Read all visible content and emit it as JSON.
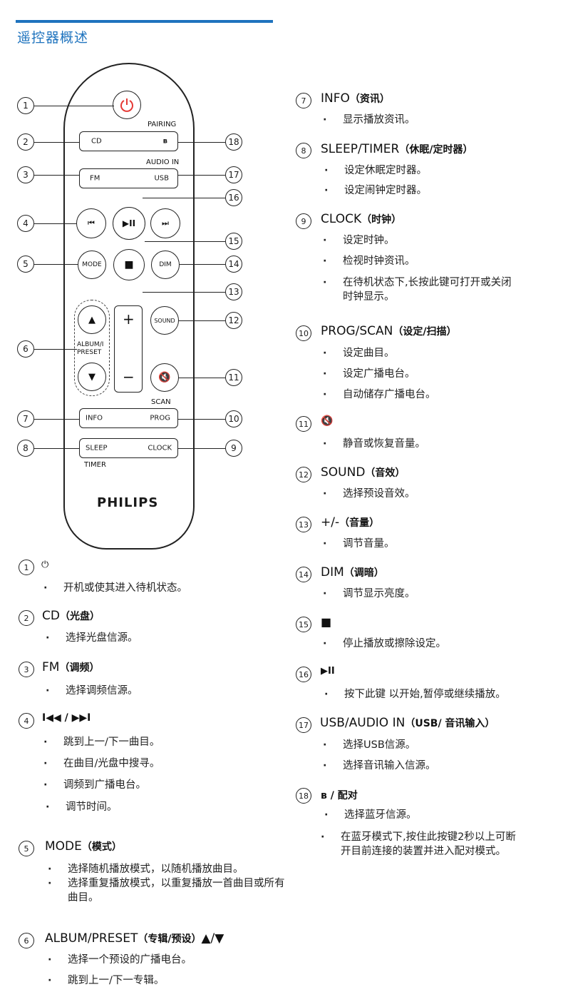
{
  "page": {
    "title": "遥控器概述"
  },
  "remote": {
    "pairing": "PAIRING",
    "cd": "CD",
    "audio_in": "AUDIO IN",
    "fm": "FM",
    "usb": "USB",
    "prev": "⏮",
    "playpause": "▶II",
    "next": "⏭",
    "mode": "MODE",
    "stop": "■",
    "dim": "DIM",
    "up": "▲",
    "album_preset": "ALBUM/\nPRESET",
    "down": "▼",
    "plus": "+",
    "minus": "−",
    "sound": "SOUND",
    "scan": "SCAN",
    "info": "INFO",
    "prog": "PROG",
    "sleep": "SLEEP",
    "clock": "CLOCK",
    "timer": "TIMER",
    "brand": "PHILIPS"
  },
  "callouts": [
    "1",
    "2",
    "3",
    "4",
    "5",
    "6",
    "7",
    "8",
    "9",
    "10",
    "11",
    "12",
    "13",
    "14",
    "15",
    "16",
    "17",
    "18"
  ],
  "left": [
    {
      "num": "1",
      "head": "⏻",
      "bullets": [
        "开机或使其进入待机状态。"
      ]
    },
    {
      "num": "2",
      "head": "CD",
      "sub": "（光盘）",
      "bullets": [
        "选择光盘信源。"
      ]
    },
    {
      "num": "3",
      "head": "FM",
      "sub": "（调频）",
      "bullets": [
        "选择调频信源。"
      ]
    },
    {
      "num": "4",
      "head": "I◀◀ / ▶▶I",
      "bullets": [
        "跳到上一/下一曲目。",
        "在曲目/光盘中搜寻。",
        "调频到广播电台。",
        "调节时间。"
      ]
    },
    {
      "num": "5",
      "head": "MODE",
      "sub": "（模式）",
      "bullets": [
        "选择随机播放模式，以随机播放曲目。",
        "选择重复播放模式，以重复播放一首曲目或所有曲目。"
      ]
    },
    {
      "num": "6",
      "head": "ALBUM/PRESET",
      "sub": "（专辑/预设）",
      "tail": "▲/▼",
      "bullets": [
        "选择一个预设的广播电台。",
        "跳到上一/下一专辑。"
      ]
    }
  ],
  "right": [
    {
      "num": "7",
      "head": "INFO",
      "sub": "（资讯）",
      "bullets": [
        "显示播放资讯。"
      ]
    },
    {
      "num": "8",
      "head": "SLEEP/TIMER",
      "sub": "（休眠/定时器）",
      "bullets": [
        "设定休眠定时器。",
        "设定闹钟定时器。"
      ]
    },
    {
      "num": "9",
      "head": "CLOCK",
      "sub": "（时钟）",
      "bullets": [
        "设定时钟。",
        "检视时钟资讯。",
        "在待机状态下,长按此键可打开或关闭时钟显示。"
      ]
    },
    {
      "num": "10",
      "head": "PROG/SCAN",
      "sub": "（设定/扫描）",
      "bullets": [
        "设定曲目。",
        "设定广播电台。",
        "自动储存广播电台。"
      ]
    },
    {
      "num": "11",
      "head": "🔇",
      "bullets": [
        "静音或恢复音量。"
      ]
    },
    {
      "num": "12",
      "head": "SOUND",
      "sub": "（音效）",
      "bullets": [
        "选择预设音效。"
      ]
    },
    {
      "num": "13",
      "head": "+/-",
      "sub": "（音量）",
      "bullets": [
        "调节音量。"
      ]
    },
    {
      "num": "14",
      "head": "DIM",
      "sub": "（调暗）",
      "bullets": [
        "调节显示亮度。"
      ]
    },
    {
      "num": "15",
      "head": "■",
      "bullets": [
        "停止播放或擦除设定。"
      ]
    },
    {
      "num": "16",
      "head": "▶II",
      "bullets": [
        "按下此键 以开始,暂停或继续播放。"
      ]
    },
    {
      "num": "17",
      "head": "USB/AUDIO IN",
      "sub": "（USB/ 音讯输入）",
      "bullets": [
        "选择USB信源。",
        "选择音讯输入信源。"
      ]
    },
    {
      "num": "18",
      "head": "ʙ / 配对",
      "bullets": [
        "选择蓝牙信源。",
        "在蓝牙模式下,按住此按键2秒以上可断开目前连接的装置并进入配对模式。"
      ]
    }
  ]
}
